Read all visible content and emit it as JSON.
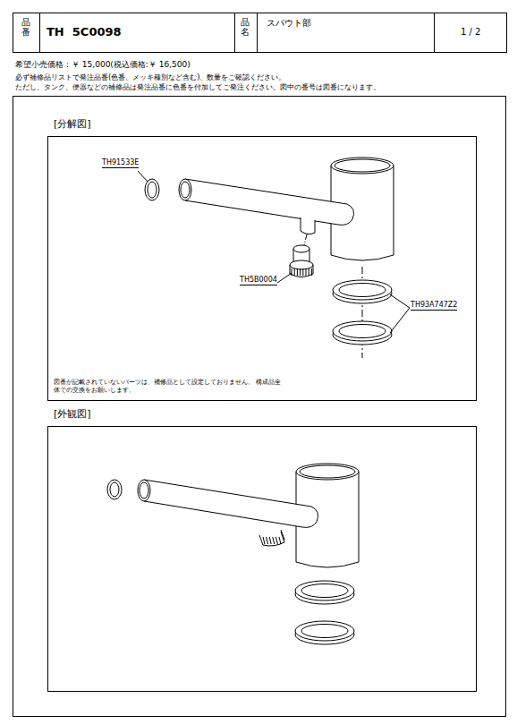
{
  "diagram": {
    "nodes": [
      {
        "text": [
          "[分解図]",
          "図番が記載されていないパーツは、補修品として設定しておりません。 構成品全体での交換をお願いします。"
        ]
      },
      {
        "text": [
          "[外観図]"
        ]
      }
    ],
    "labels": [
      "品番",
      "TH  5C0098",
      "品名",
      "スパウト部",
      "1 / 2",
      "希望小売価格：￥ 15,000(税込価格:￥ 16,500)",
      "必ず補修品リストで発注品番(色番、メッキ種別など含む)、数量をご確認ください。",
      "ただし、タンク、便器などの補修品は発注品番に色番を付加してご発注ください。図中の番号は図番になります。",
      "TH91533E",
      "TH5B0004",
      "TH93A747Z2"
    ]
  }
}
